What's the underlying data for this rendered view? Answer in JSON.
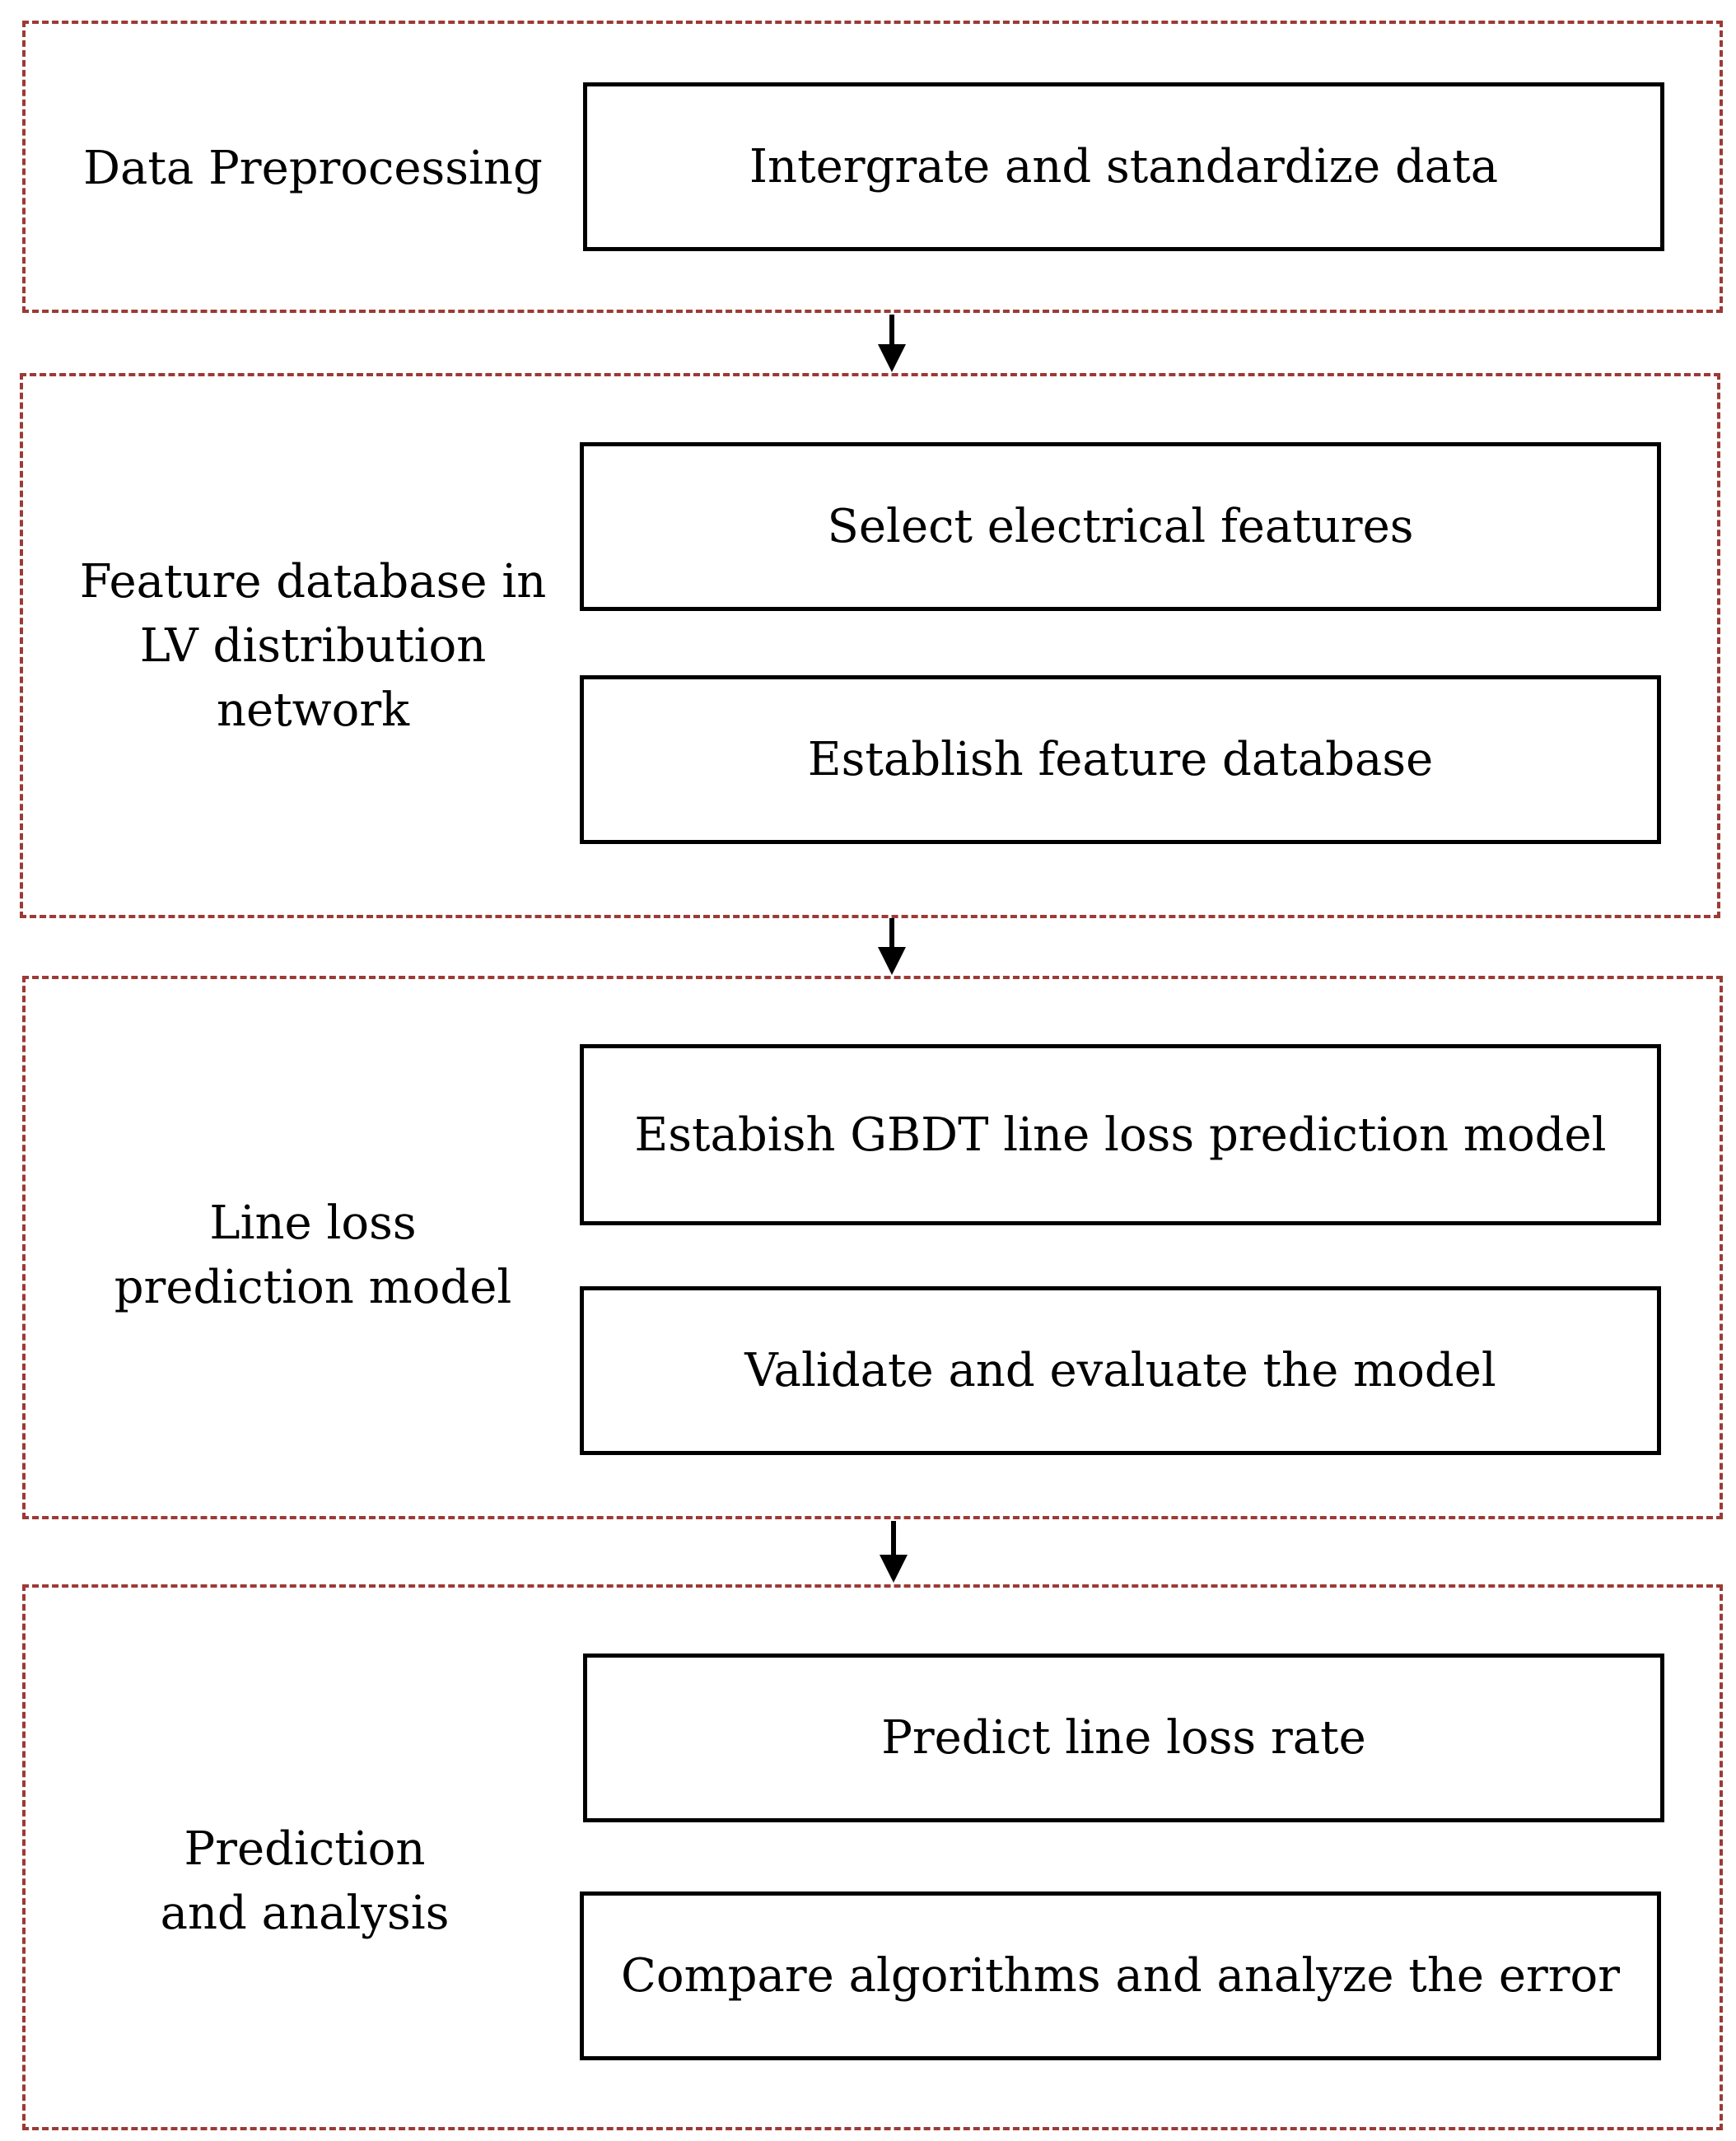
{
  "stages": [
    {
      "label": "Data Preprocessing",
      "steps": [
        "Intergrate and standardize data"
      ]
    },
    {
      "label": "Feature database in\nLV distribution\nnetwork",
      "steps": [
        "Select electrical features",
        "Establish feature database"
      ]
    },
    {
      "label": "Line loss\nprediction model",
      "steps": [
        "Estabish GBDT line loss prediction model",
        "Validate and evaluate the model"
      ]
    },
    {
      "label": "Prediction\nand analysis",
      "steps": [
        "Predict line loss rate",
        "Compare algorithms and analyze the error"
      ]
    }
  ],
  "colors": {
    "frame_border": "#9c3a36",
    "box_border": "#000000",
    "arrow": "#000000"
  }
}
